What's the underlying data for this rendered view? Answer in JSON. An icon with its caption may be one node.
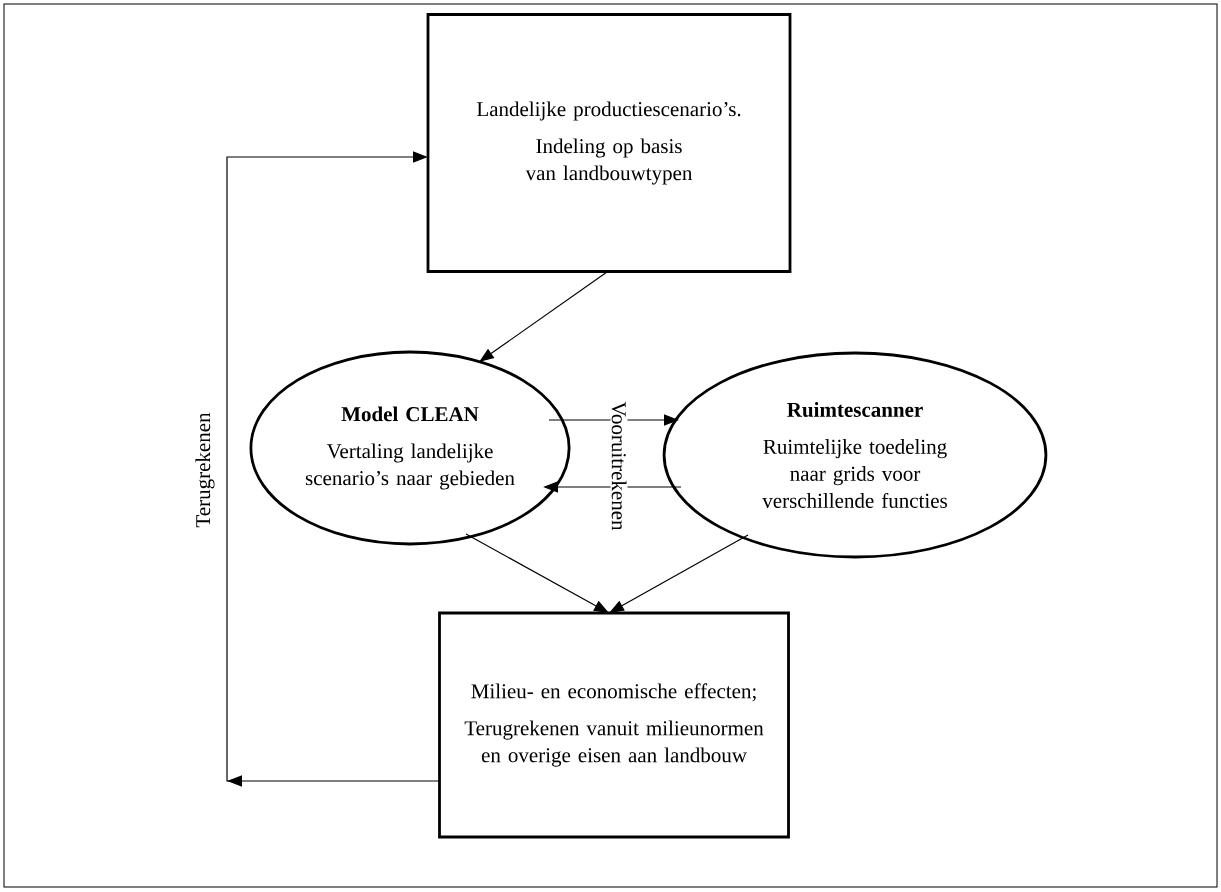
{
  "diagram": {
    "nodes": [
      {
        "text": [
          "Landelijke productiescenario’s.",
          "Indeling op basis van landbouwtypen"
        ]
      },
      {
        "text": [
          "Model CLEAN",
          "Vertaling landelijke scenario’s naar gebieden"
        ]
      },
      {
        "text": [
          "Ruimtescanner",
          "Ruimtelijke toedeling naar grids voor verschillende functies"
        ]
      },
      {
        "text": [
          "Milieu- en economische effecten;",
          "Terugrekenen vanuit milieunormen en overige eisen aan landbouw"
        ]
      }
    ],
    "edges": [
      {
        "from": 0,
        "to": 1,
        "arrow": "to"
      },
      {
        "from": 1,
        "to": 2,
        "arrow": "to",
        "label": "Vooruitrekenen"
      },
      {
        "from": 2,
        "to": 1,
        "arrow": "to"
      },
      {
        "from": 1,
        "to": 3,
        "arrow": "to"
      },
      {
        "from": 2,
        "to": 3,
        "arrow": "to"
      },
      {
        "from": 3,
        "to": 0,
        "arrow": "to",
        "label": "Terugrekenen"
      }
    ]
  }
}
